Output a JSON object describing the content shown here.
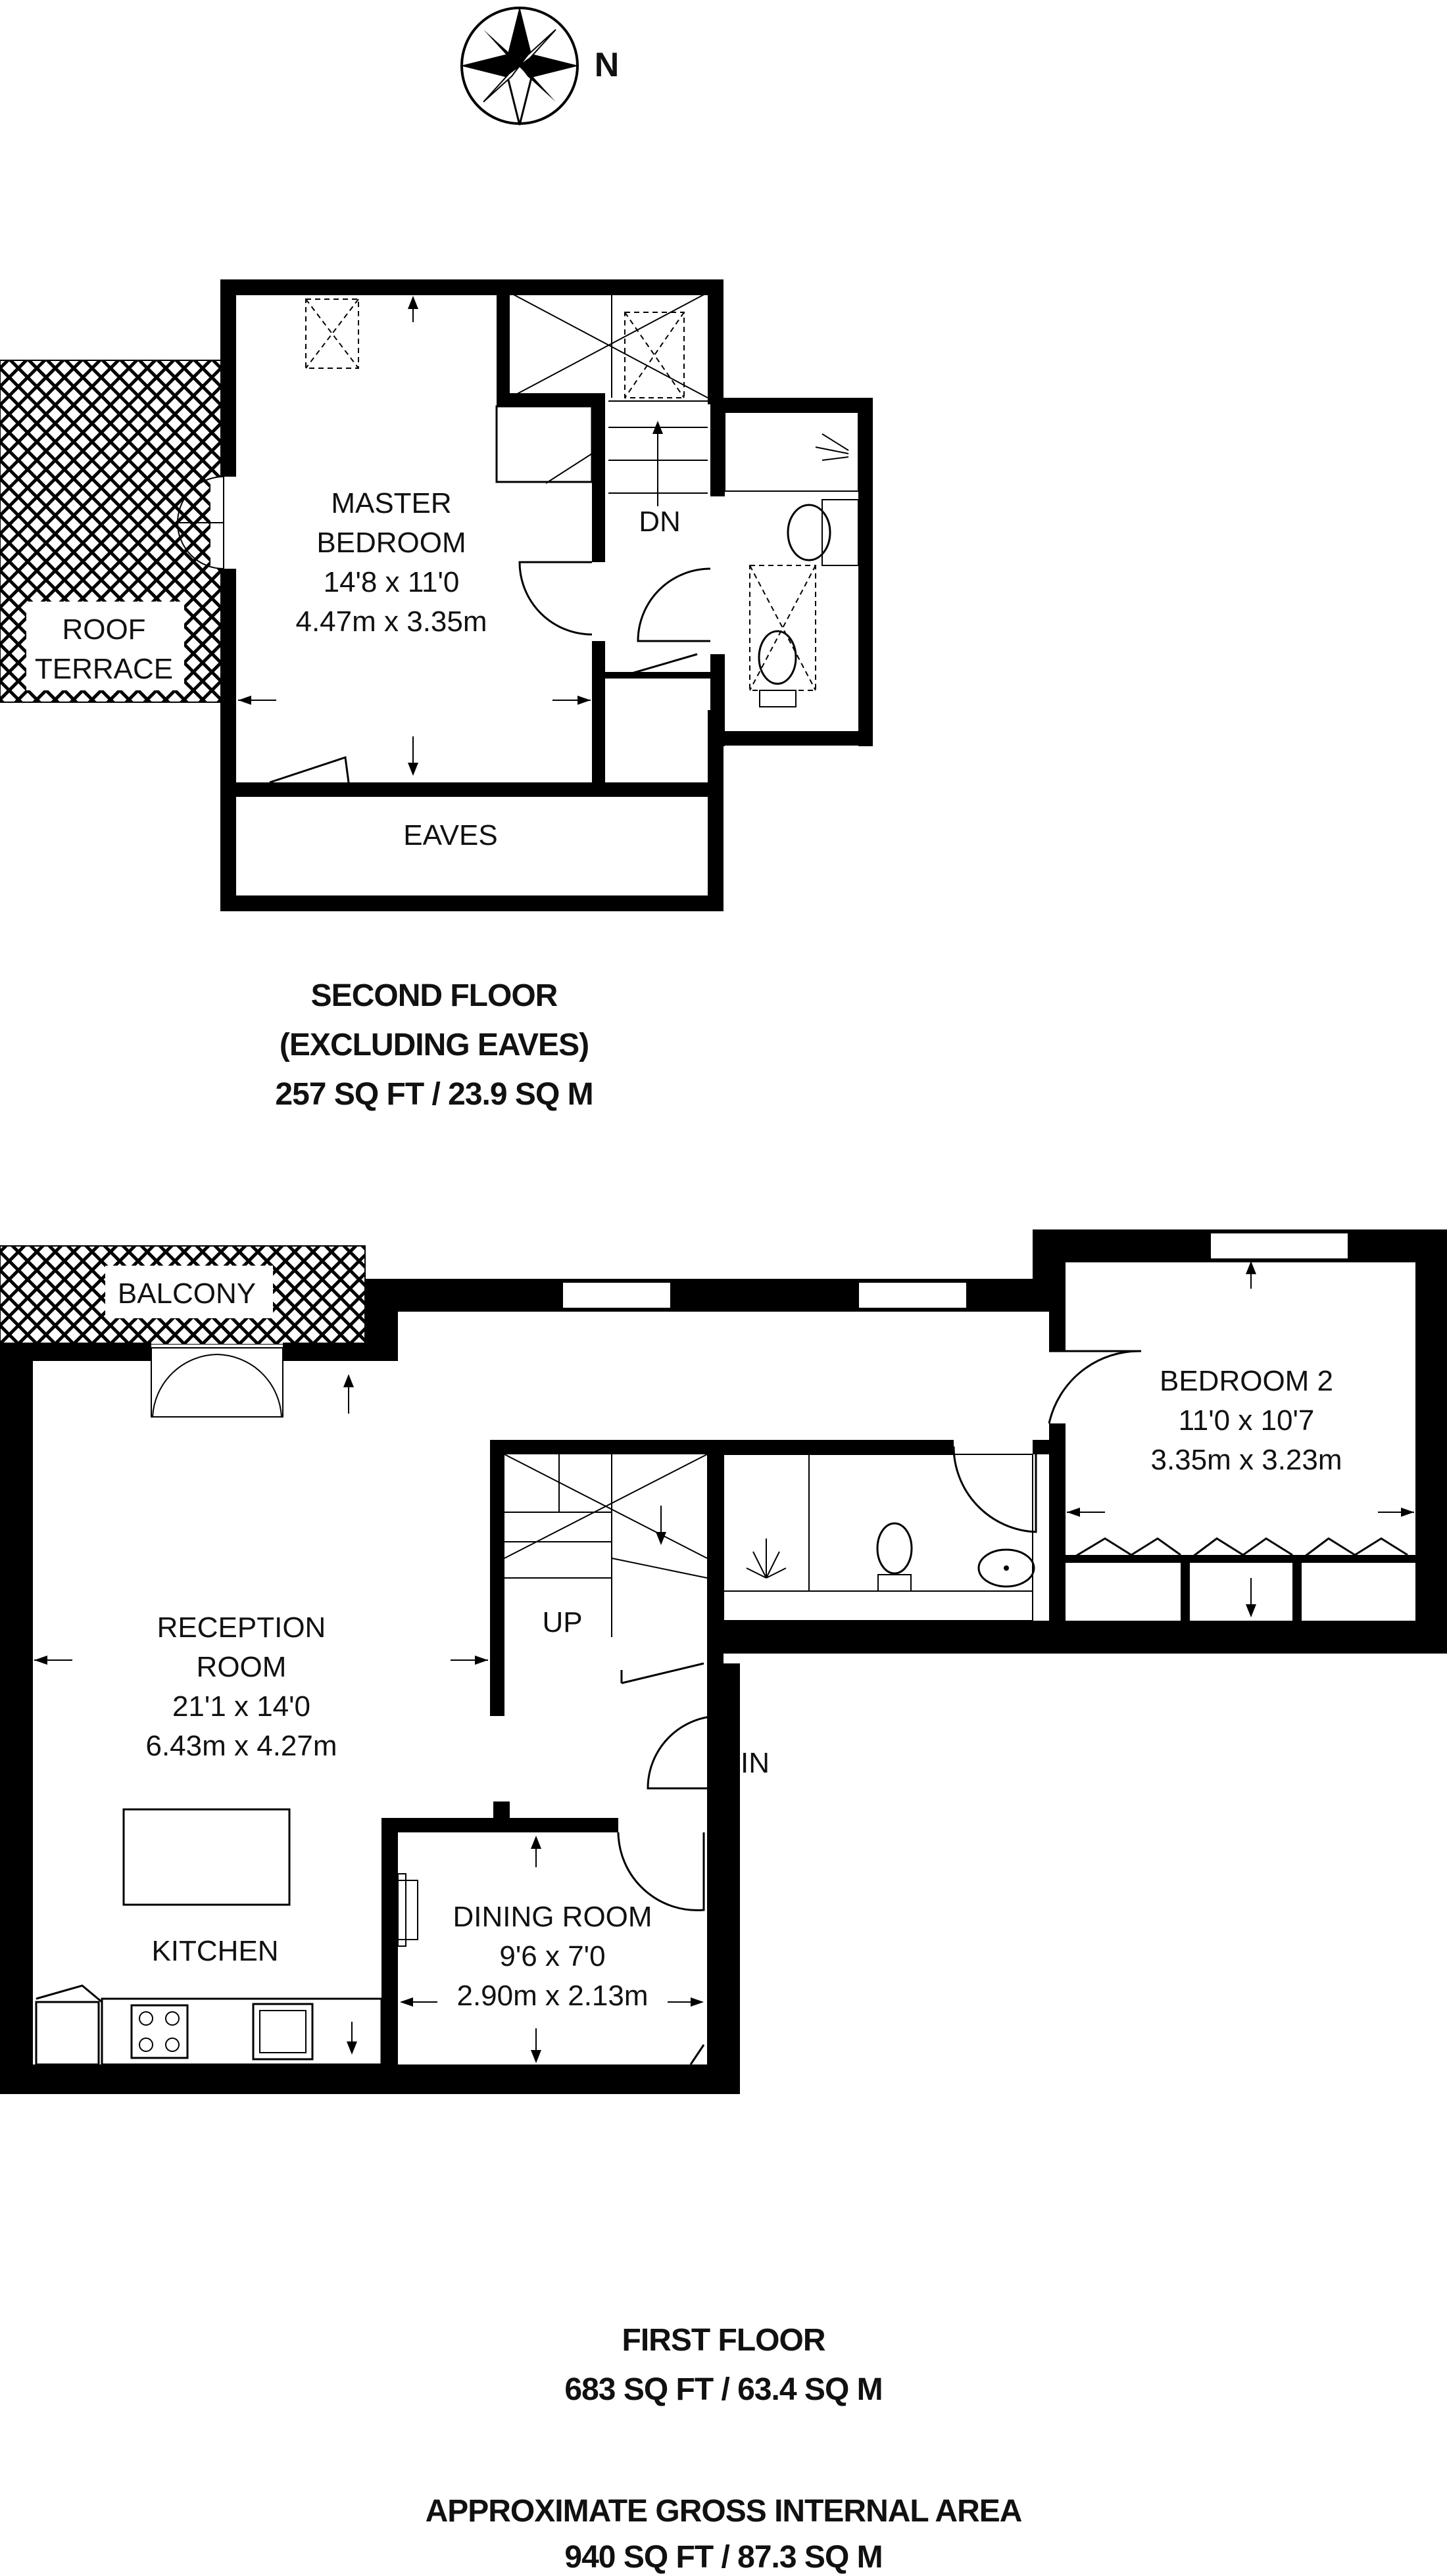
{
  "compass": {
    "north_label": "N"
  },
  "second_floor": {
    "roof_terrace_label_line1": "ROOF",
    "roof_terrace_label_line2": "TERRACE",
    "master_bedroom": {
      "name_line1": "MASTER",
      "name_line2": "BEDROOM",
      "size_imperial": "14'8 x 11'0",
      "size_metric": "4.47m x 3.35m"
    },
    "stairs_label": "DN",
    "eaves_label": "EAVES",
    "caption_line1": "SECOND FLOOR",
    "caption_line2": "(EXCLUDING EAVES)",
    "caption_line3": "257 SQ FT / 23.9 SQ M"
  },
  "first_floor": {
    "balcony_label": "BALCONY",
    "bedroom_2": {
      "name": "BEDROOM 2",
      "size_imperial": "11'0 x 10'7",
      "size_metric": "3.35m x 3.23m"
    },
    "reception_room": {
      "name_line1": "RECEPTION",
      "name_line2": "ROOM",
      "size_imperial": "21'1 x 14'0",
      "size_metric": "6.43m x 4.27m"
    },
    "stairs_label": "UP",
    "entrance_label": "IN",
    "kitchen_label": "KITCHEN",
    "dining_room": {
      "name": "DINING ROOM",
      "size_imperial": "9'6 x 7'0",
      "size_metric": "2.90m x 2.13m"
    },
    "caption_line1": "FIRST FLOOR",
    "caption_line2": "683 SQ FT / 63.4 SQ M"
  },
  "total_area": {
    "caption_line1": "APPROXIMATE GROSS INTERNAL AREA",
    "caption_line2": "940 SQ FT / 87.3 SQ M"
  }
}
